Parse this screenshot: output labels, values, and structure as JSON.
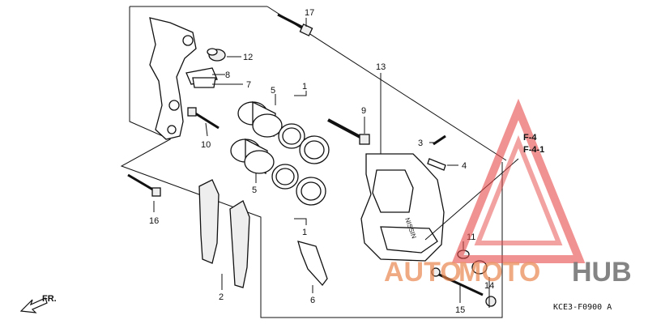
{
  "parts": {
    "p1a": "1",
    "p1b": "1",
    "p2": "2",
    "p3": "3",
    "p4": "4",
    "p5a": "5",
    "p5b": "5",
    "p6": "6",
    "p7": "7",
    "p8": "8",
    "p9": "9",
    "p10": "10",
    "p11": "11",
    "p12": "12",
    "p13": "13",
    "p14": "14",
    "p15": "15",
    "p16": "16",
    "p17": "17"
  },
  "references": {
    "ref1": "F-4",
    "ref2": "F-4-1"
  },
  "diagram_code": "KCE3-F0900 A",
  "front_label": "FR.",
  "watermark": {
    "part_a": "AUTO",
    "part_b": "MOTO",
    "part_c": "HUB",
    "color_accent": "#e8834a",
    "color_dark": "#555555",
    "triangle_color": "#e84a4a"
  }
}
